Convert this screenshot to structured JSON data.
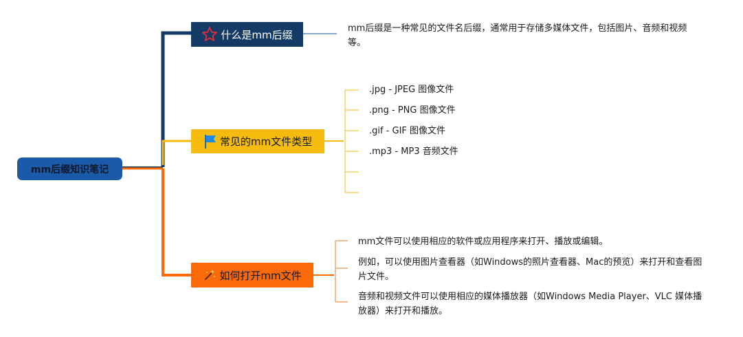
{
  "root": {
    "label": "mm后缀知识笔记"
  },
  "branches": [
    {
      "label": "什么是mm后缀",
      "icon": "star-icon",
      "color": "#143a66",
      "leaves": [
        "mm后缀是一种常见的文件名后缀，通常用于存储多媒体文件，包括图片、音频和视频等。"
      ]
    },
    {
      "label": "常见的mm文件类型",
      "icon": "flag-icon",
      "color": "#f5bc0f",
      "leaves": [
        ".jpg - JPEG 图像文件",
        ".png - PNG 图像文件",
        ".gif - GIF 图像文件",
        ".mp3 - MP3 音频文件",
        "",
        ""
      ]
    },
    {
      "label": "如何打开mm文件",
      "icon": "magic-wand-icon",
      "color": "#fb6a0a",
      "leaves": [
        "mm文件可以使用相应的软件或应用程序来打开、播放或编辑。",
        "例如，可以使用图片查看器（如Windows的照片查看器、Mac的预览）来打开和查看图片文件。",
        "音频和视频文件可以使用相应的媒体播放器（如Windows Media Player、VLC 媒体播放器）来打开和播放。"
      ]
    }
  ]
}
